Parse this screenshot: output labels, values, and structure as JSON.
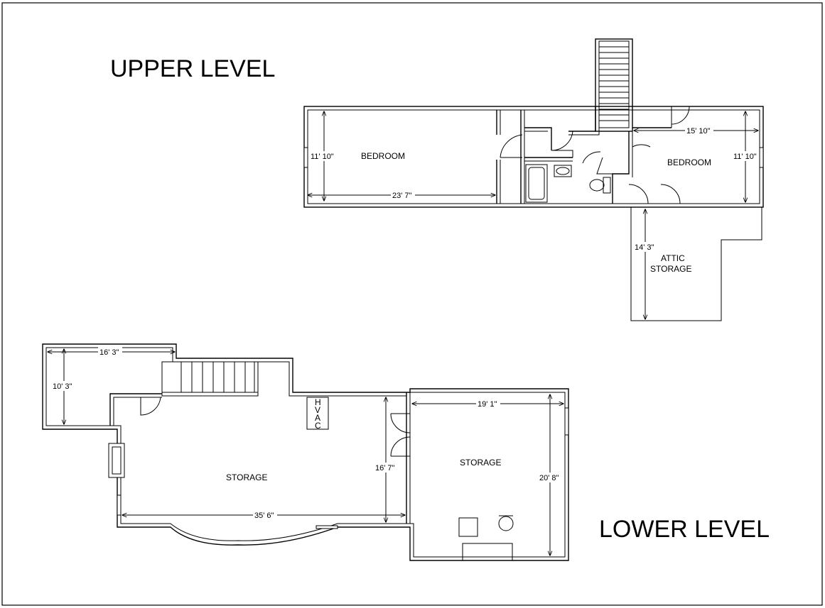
{
  "titles": {
    "upper": "UPPER LEVEL",
    "lower": "LOWER LEVEL"
  },
  "upper": {
    "rooms": {
      "bedroom_left": "BEDROOM",
      "bedroom_right": "BEDROOM",
      "attic_line1": "ATTIC",
      "attic_line2": "STORAGE"
    },
    "dims": {
      "bedroom_left_height": "11' 10\"",
      "bedroom_left_width": "23' 7\"",
      "bedroom_right_width": "15' 10\"",
      "bedroom_right_height": "11' 10\"",
      "attic_height": "14' 3\""
    }
  },
  "lower": {
    "rooms": {
      "storage_main": "STORAGE",
      "storage_right": "STORAGE",
      "hvac": [
        "H",
        "V",
        "A",
        "C"
      ]
    },
    "dims": {
      "nook_width": "16' 3\"",
      "nook_height": "10' 3\"",
      "main_width": "35' 6\"",
      "main_height": "16' 7\"",
      "right_width": "19' 1\"",
      "right_height": "20' 8\""
    }
  }
}
